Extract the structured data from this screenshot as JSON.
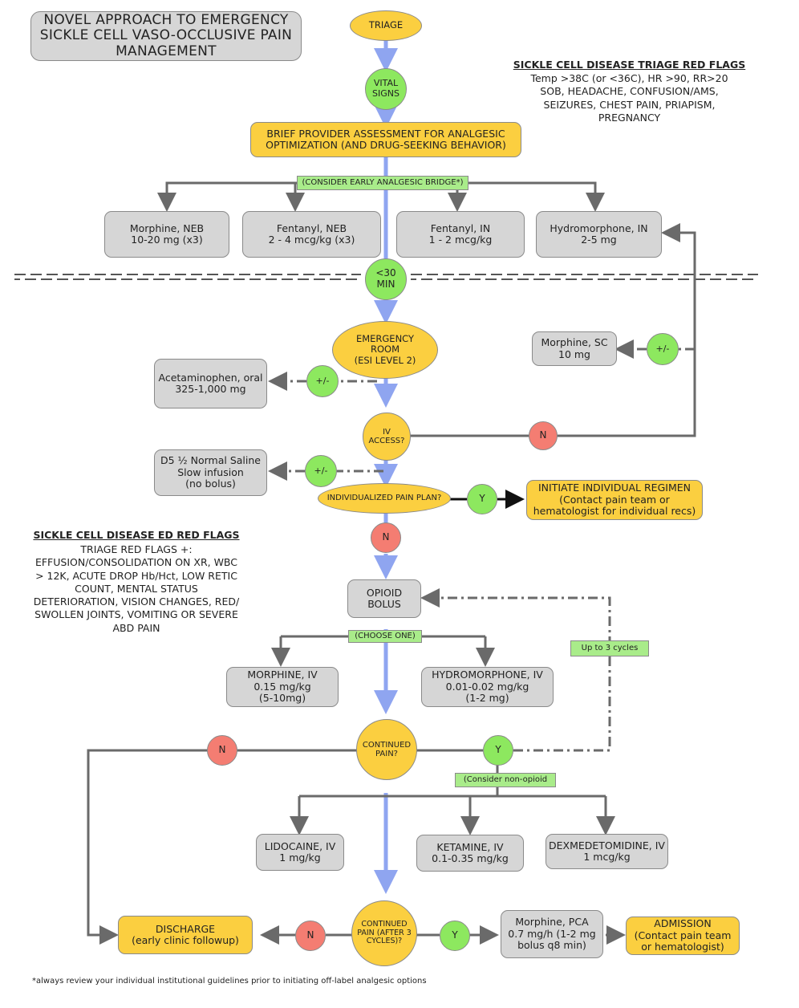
{
  "title": "NOVEL APPROACH TO EMERGENCY\nSICKLE CELL VASO-OCCLUSIVE PAIN\nMANAGEMENT",
  "triage_flags": {
    "heading": "SICKLE CELL DISEASE TRIAGE RED FLAGS",
    "text": "Temp >38C (or <36C), HR >90, RR>20\nSOB, HEADACHE, CONFUSION/AMS,\nSEIZURES, CHEST PAIN, PRIAPISM,\nPREGNANCY"
  },
  "ed_flags": {
    "heading": "SICKLE CELL DISEASE ED RED FLAGS",
    "text": "TRIAGE RED FLAGS +:\nEFFUSION/CONSOLIDATION ON XR, WBC\n> 12K, ACUTE DROP Hb/Hct, LOW RETIC\nCOUNT, MENTAL STATUS\nDETERIORATION, VISION CHANGES, RED/\nSWOLLEN JOINTS, VOMITING OR SEVERE\nABD PAIN"
  },
  "nodes": {
    "triage": "TRIAGE",
    "vital_signs": "VITAL\nSIGNS",
    "brief_assessment": "BRIEF PROVIDER ASSESSMENT FOR ANALGESIC\nOPTIMIZATION (AND DRUG-SEEKING BEHAVIOR)",
    "early_bridge": "(CONSIDER EARLY ANALGESIC BRIDGE*)",
    "morphine_neb": "Morphine, NEB\n10-20 mg (x3)",
    "fentanyl_neb": "Fentanyl, NEB\n2 - 4 mcg/kg (x3)",
    "fentanyl_in": "Fentanyl, IN\n1 - 2 mcg/kg",
    "hydromorphone_in": "Hydromorphone, IN\n2-5 mg",
    "lt30": "<30\nMIN",
    "emergency_room": "EMERGENCY\nROOM\n(ESI LEVEL 2)",
    "morphine_sc": "Morphine, SC\n10 mg",
    "pm_sc": "+/-",
    "acetaminophen": "Acetaminophen, oral\n325-1,000 mg",
    "pm_acet": "+/-",
    "iv_access": "IV\nACCESS?",
    "n_iv": "N",
    "d5": "D5 ½ Normal Saline\nSlow infusion\n(no bolus)",
    "pm_d5": "+/-",
    "ipp": "INDIVIDUALIZED PAIN PLAN?",
    "y_ipp": "Y",
    "initiate": "INITIATE INDIVIDUAL REGIMEN\n(Contact pain team or\nhematologist for individual recs)",
    "n_ipp": "N",
    "opioid_bolus": "OPIOID\nBOLUS",
    "choose_one": "(CHOOSE ONE)",
    "morphine_iv": "MORPHINE, IV\n0.15 mg/kg\n(5-10mg)",
    "hydromorphone_iv": "HYDROMORPHONE, IV\n0.01-0.02 mg/kg\n(1-2 mg)",
    "up_to_3": "Up to 3 cycles",
    "continued_pain": "CONTINUED\nPAIN?",
    "n_cp": "N",
    "y_cp": "Y",
    "non_opioid": "(Consider non-opioid",
    "lidocaine": "LIDOCAINE, IV\n1 mg/kg",
    "ketamine": "KETAMINE, IV\n0.1-0.35 mg/kg",
    "dexmed": "DEXMEDETOMIDINE, IV\n1 mcg/kg",
    "continued_pain3": "CONTINUED\nPAIN (AFTER 3\nCYCLES)?",
    "n_cp3": "N",
    "y_cp3": "Y",
    "discharge": "DISCHARGE\n(early clinic followup)",
    "pca": "Morphine, PCA\n0.7 mg/h (1-2 mg\nbolus q8 min)",
    "admission": "ADMISSION\n(Contact pain team\nor hematologist)"
  },
  "footnote": "*always review your individual institutional guidelines prior to initiating off-label analgesic options",
  "colors": {
    "yellow": "#fbcf40",
    "green": "#8de85f",
    "red": "#f47d72",
    "gray": "#d6d6d6",
    "spine": "#8fa5f0",
    "connector": "#6a6a6a"
  }
}
